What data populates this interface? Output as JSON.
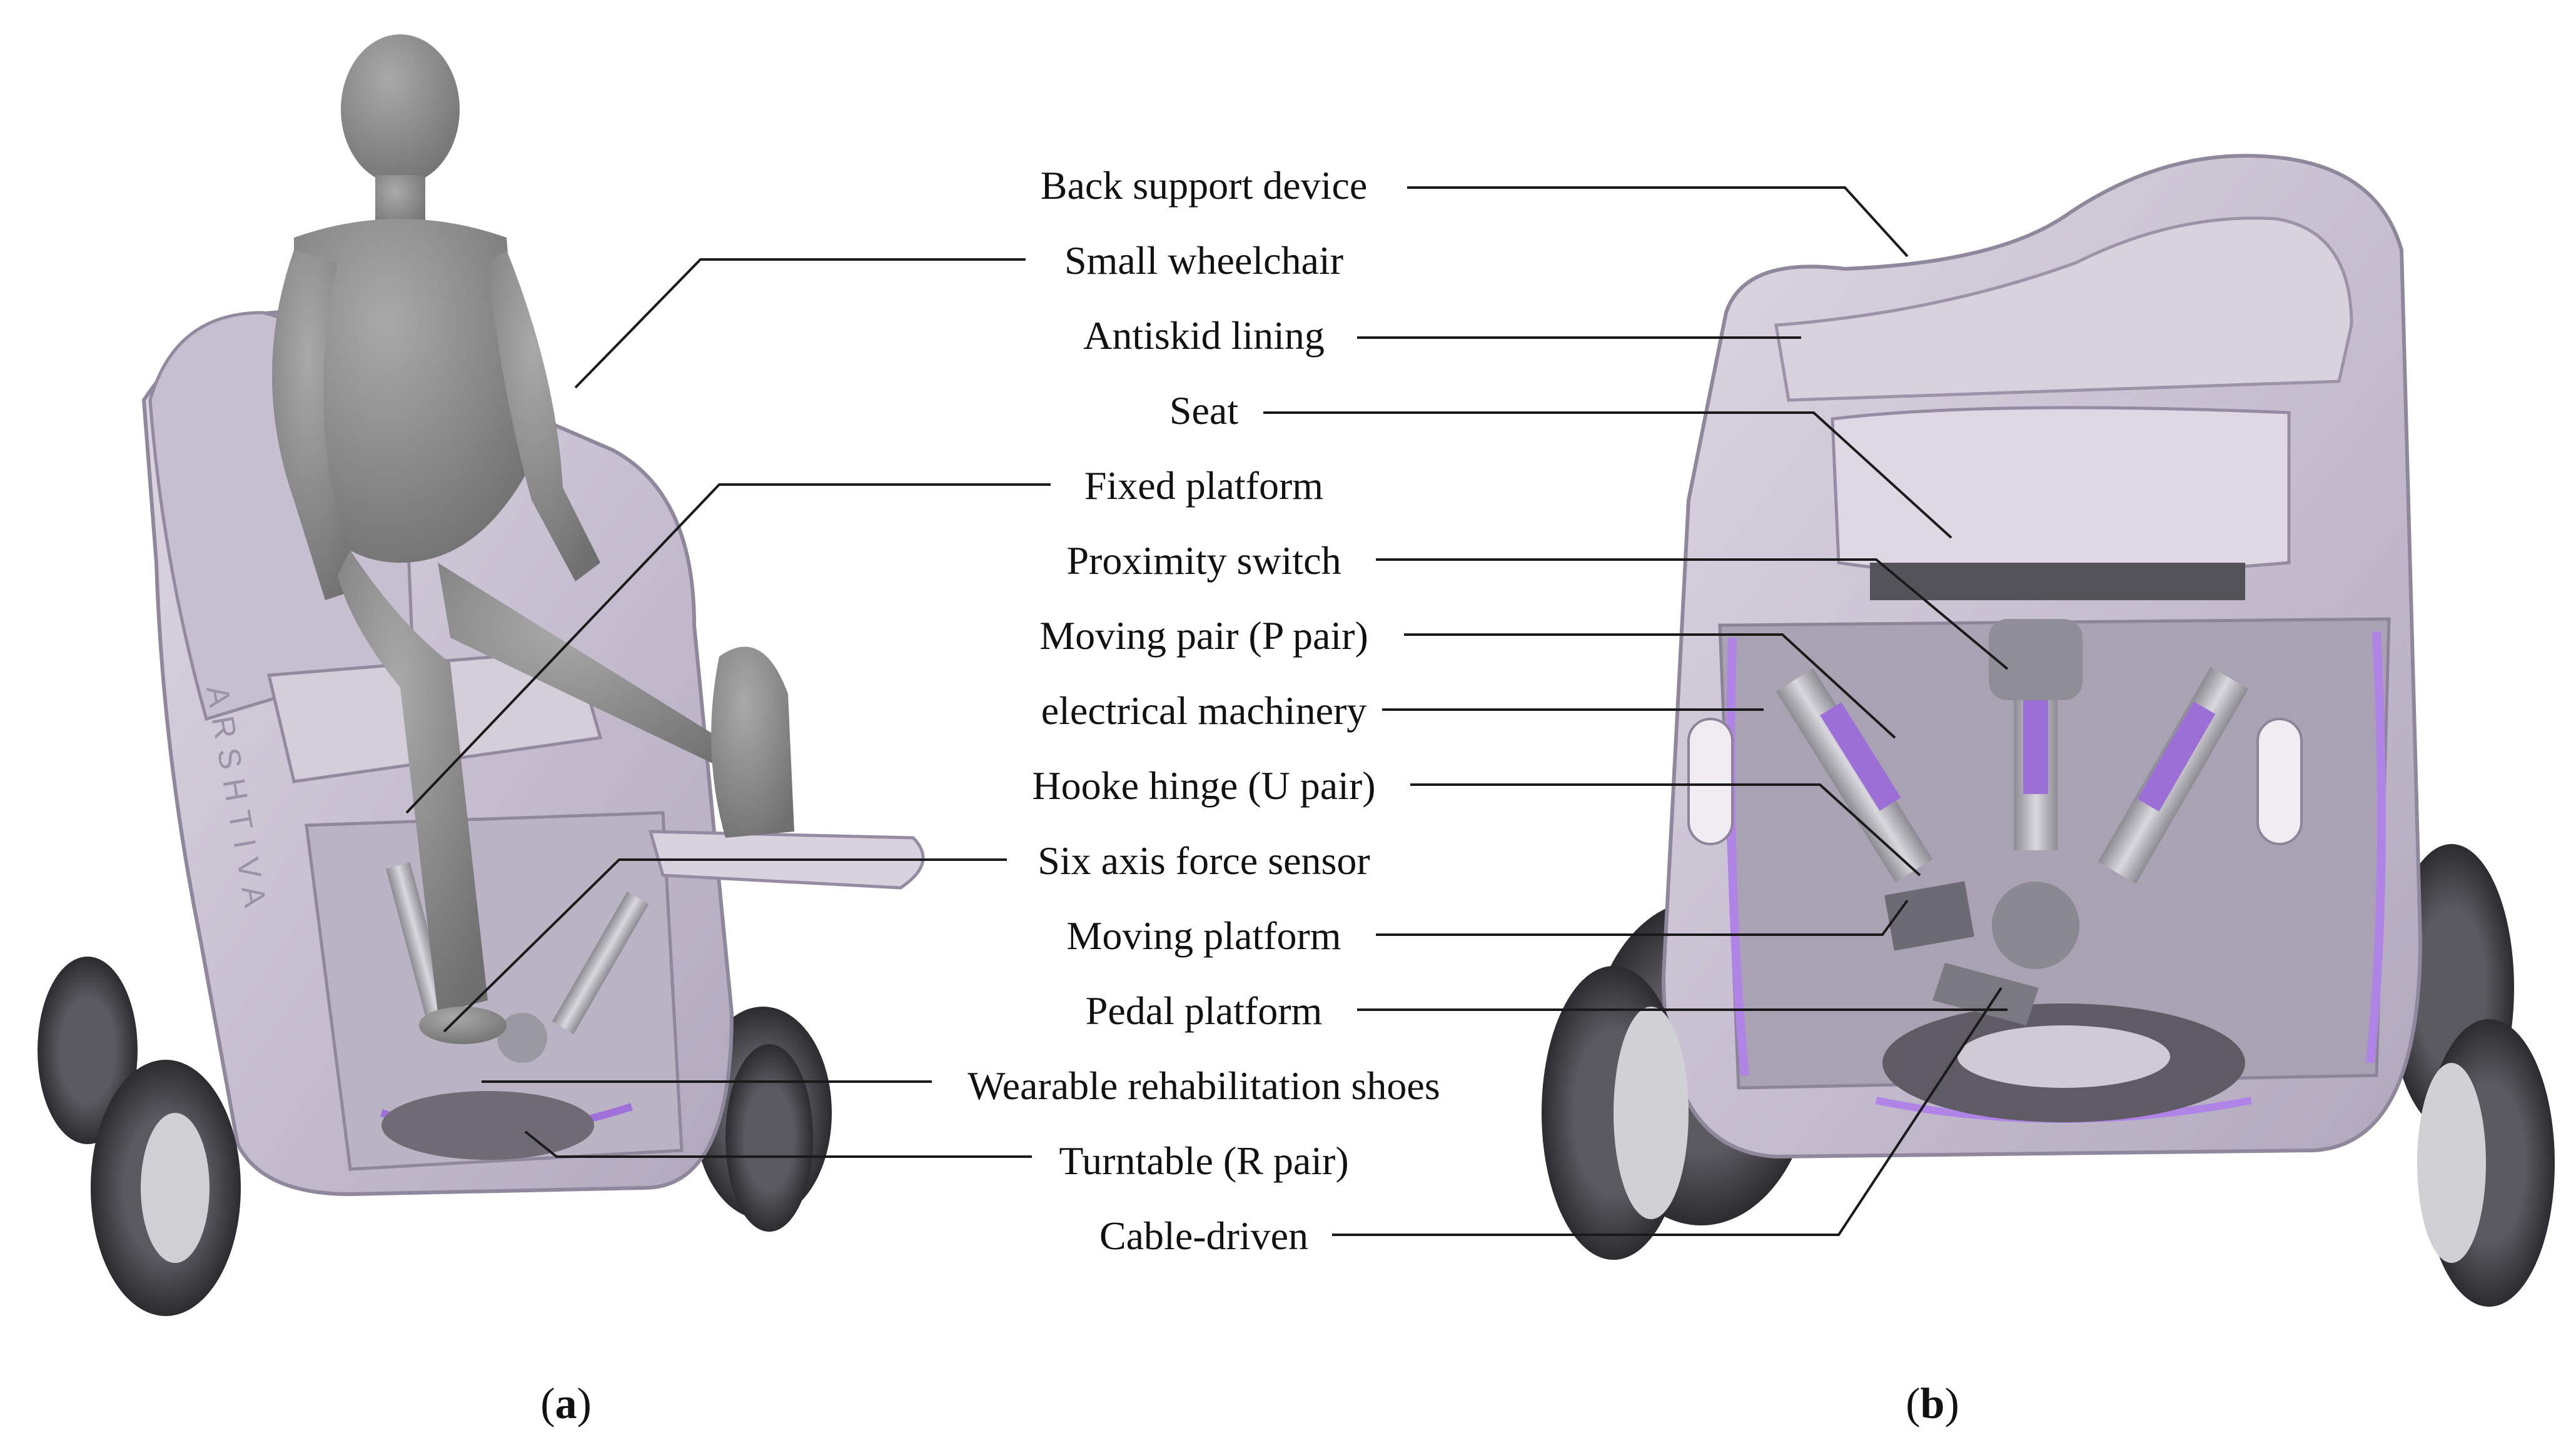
{
  "figure": {
    "panel_a_caption": {
      "open": "(",
      "letter": "a",
      "close": ")"
    },
    "panel_b_caption": {
      "open": "(",
      "letter": "b",
      "close": ")"
    },
    "side_brand_text": "ARSHTIVA",
    "labels": {
      "back_support_device": "Back support device",
      "small_wheelchair": "Small wheelchair",
      "antiskid_lining": "Antiskid lining",
      "seat": "Seat",
      "fixed_platform": "Fixed platform",
      "proximity_switch": "Proximity switch",
      "moving_pair": "Moving pair (P pair)",
      "electrical_machinery": "electrical machinery",
      "hooke_hinge": "Hooke hinge (U pair)",
      "six_axis_force_sensor": "Six axis force sensor",
      "moving_platform": "Moving platform",
      "pedal_platform": "Pedal platform",
      "wearable_shoes": "Wearable rehabilitation shoes",
      "turntable": "Turntable (R pair)",
      "cable_driven": "Cable-driven"
    },
    "colors": {
      "body_shell": "#cfc8d6",
      "shell_shadow": "#a59cb0",
      "accent_purple": "#a070d8",
      "tire": "#3a3a3e",
      "human": "#8d8d8d",
      "leader_line": "#1a1a1a"
    }
  }
}
